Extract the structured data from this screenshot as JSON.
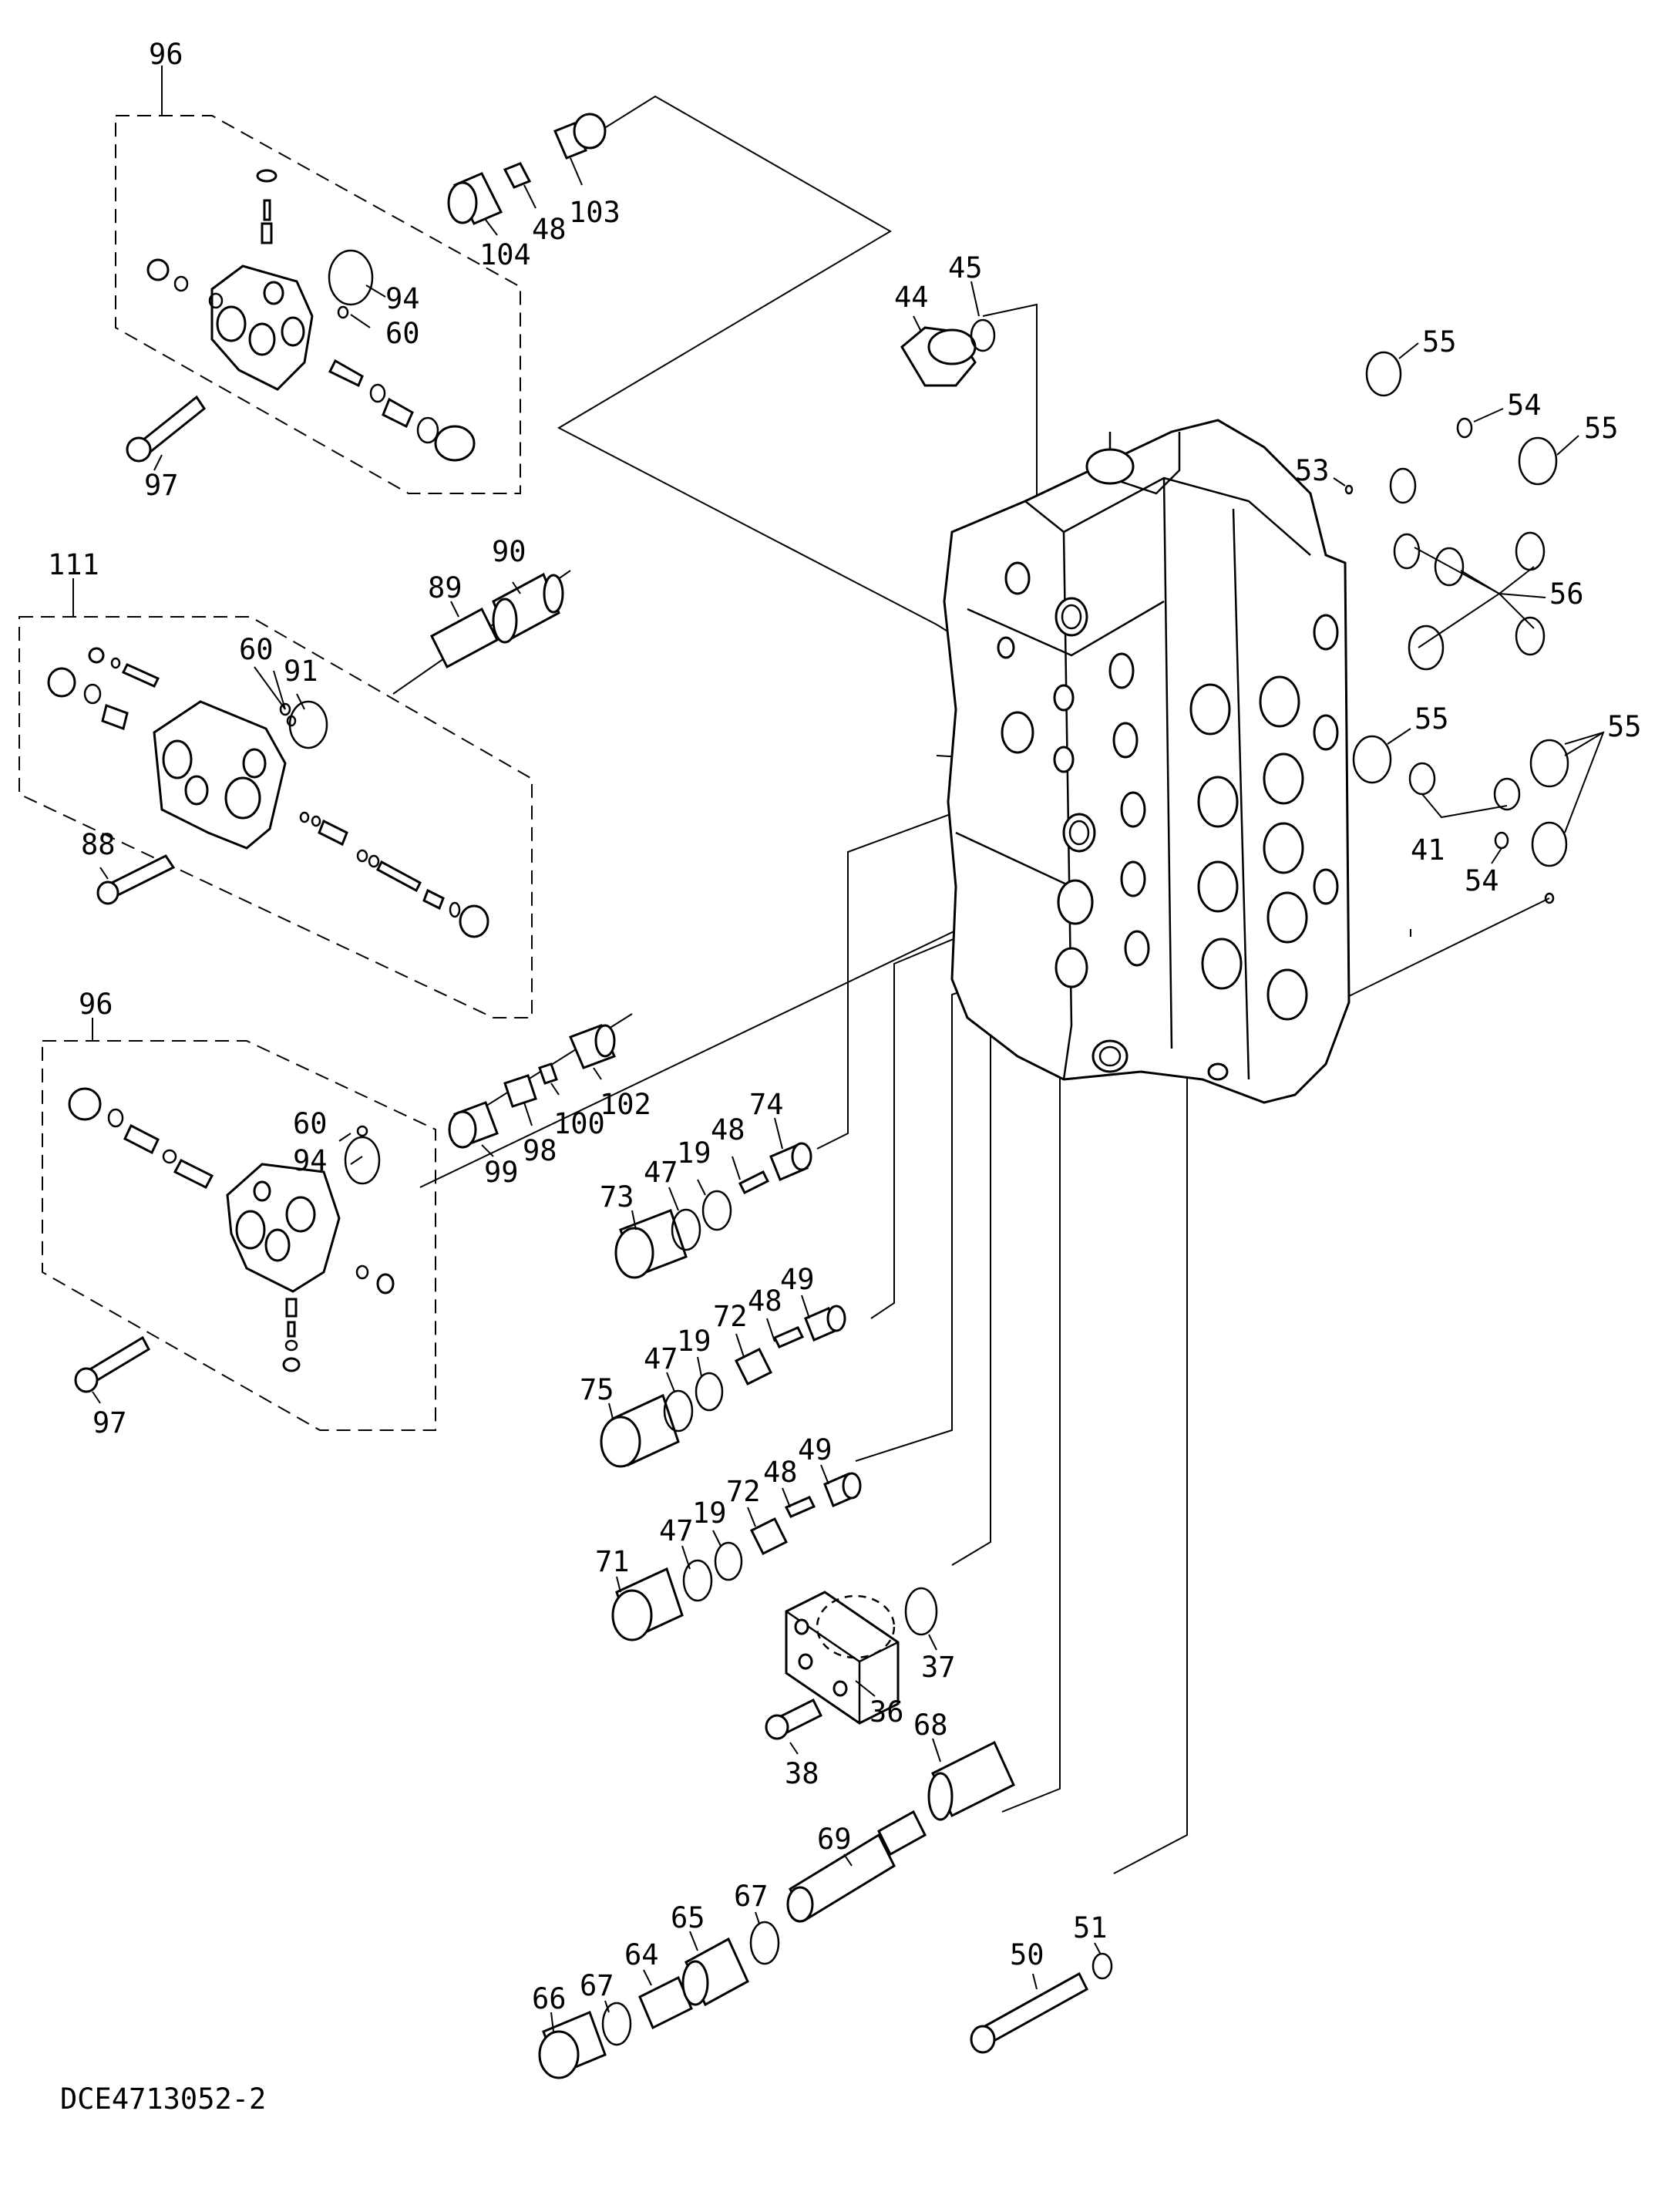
{
  "drawing_code": "DCE4713052-2",
  "callouts": {
    "c96a": "96",
    "c97a": "97",
    "c104": "104",
    "c48a": "48",
    "c103": "103",
    "c94a": "94",
    "c60a": "60",
    "c44": "44",
    "c45": "45",
    "c55a": "55",
    "c54a": "54",
    "c55b": "55",
    "c53": "53",
    "c56": "56",
    "c55c": "55",
    "c55d": "55",
    "c41": "41",
    "c54b": "54",
    "c111": "111",
    "c89": "89",
    "c90": "90",
    "c60b": "60",
    "c91": "91",
    "c88": "88",
    "c96b": "96",
    "c60c": "60",
    "c94b": "94",
    "c97b": "97",
    "c99": "99",
    "c98": "98",
    "c100": "100",
    "c102": "102",
    "c73": "73",
    "c47a": "47",
    "c19a": "19",
    "c48b": "48",
    "c74": "74",
    "c75": "75",
    "c47b": "47",
    "c19b": "19",
    "c72a": "72",
    "c48c": "48",
    "c49a": "49",
    "c71": "71",
    "c47c": "47",
    "c19c": "19",
    "c72b": "72",
    "c48d": "48",
    "c49b": "49",
    "c37": "37",
    "c36": "36",
    "c38": "38",
    "c68": "68",
    "c69": "69",
    "c67a": "67",
    "c65": "65",
    "c64": "64",
    "c67b": "67",
    "c66": "66",
    "c51": "51",
    "c50": "50"
  }
}
